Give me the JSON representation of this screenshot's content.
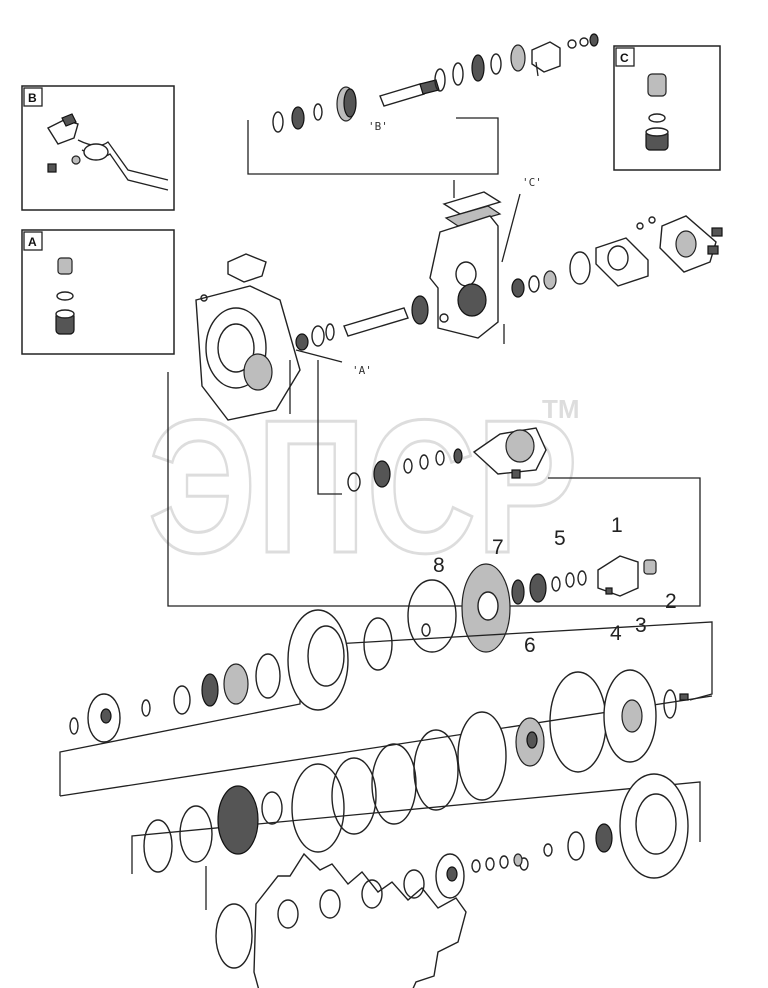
{
  "inset_boxes": [
    {
      "id": "B",
      "label": "B"
    },
    {
      "id": "A",
      "label": "A"
    },
    {
      "id": "C",
      "label": "C"
    }
  ],
  "callouts": {
    "b": "'B'",
    "c": "'C'",
    "a": "'A'"
  },
  "watermark": {
    "text": "ЭПСР",
    "trademark": "TM"
  },
  "part_numbers": [
    "1",
    "2",
    "3",
    "4",
    "5",
    "6",
    "7",
    "8"
  ]
}
